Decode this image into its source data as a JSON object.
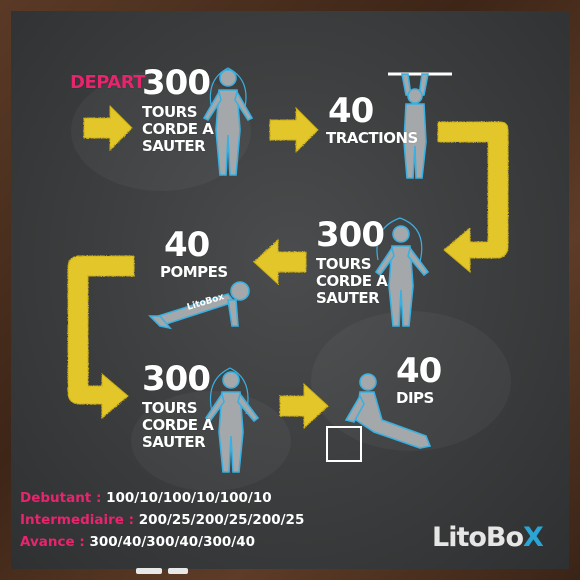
{
  "start_label": "DEPART",
  "steps": {
    "s1": {
      "count": "300",
      "line1": "TOURS",
      "line2": "CORDE A",
      "line3": "SAUTER"
    },
    "s2": {
      "count": "40",
      "line1": "TRACTIONS"
    },
    "s3": {
      "count": "300",
      "line1": "TOURS",
      "line2": "CORDE A",
      "line3": "SAUTER"
    },
    "s4": {
      "count": "40",
      "line1": "POMPES"
    },
    "s5": {
      "count": "300",
      "line1": "TOURS",
      "line2": "CORDE A",
      "line3": "SAUTER"
    },
    "s6": {
      "count": "40",
      "line1": "DIPS"
    }
  },
  "levels": [
    {
      "name": "Debutant :",
      "value": "100/10/100/10/100/10"
    },
    {
      "name": "Intermediaire :",
      "value": "200/25/200/25/200/25"
    },
    {
      "name": "Avance :",
      "value": "300/40/300/40/300/40"
    }
  ],
  "logo": {
    "main": "LitoBo",
    "accent": "X"
  },
  "figure_brand": "LitoBox",
  "colors": {
    "accent_pink": "#e8246e",
    "arrow_yellow": "#e3c72a",
    "figure_outline": "#3ab0e0",
    "figure_fill": "#a5a8ab"
  }
}
